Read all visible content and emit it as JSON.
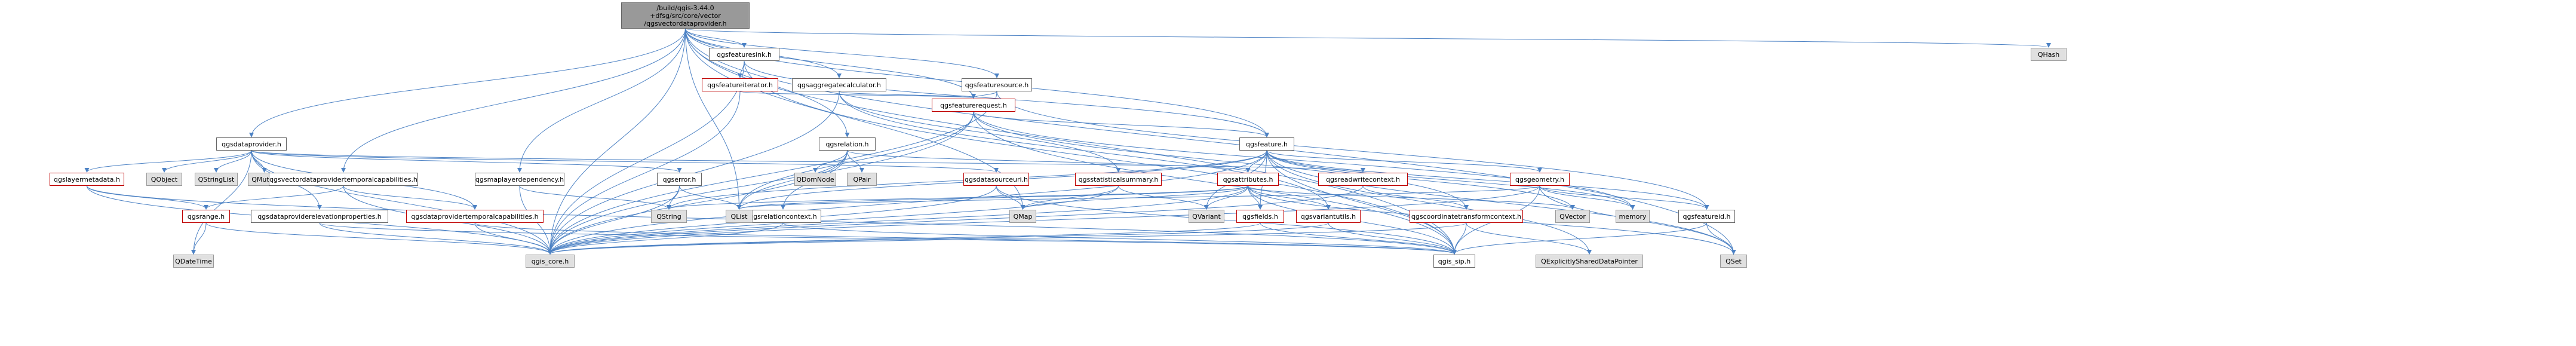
{
  "graph": {
    "colors": {
      "edge": "#4d82c4",
      "root_fill": "#999999",
      "node_border": "#666666",
      "external_fill": "#e0e0e0",
      "incomplete_border": "#bf0000"
    },
    "nodes": [
      {
        "id": "root",
        "label": "/build/qgis-3.44.0\n+dfsg/src/core/vector\n/qgsvectordataprovider.h",
        "kind": "root"
      },
      {
        "id": "featuresink",
        "label": "qgsfeaturesink.h",
        "kind": "file"
      },
      {
        "id": "featureiterator",
        "label": "qgsfeatureiterator.h",
        "kind": "incomplete"
      },
      {
        "id": "aggregatecalc",
        "label": "qgsaggregatecalculator.h",
        "kind": "file"
      },
      {
        "id": "featuresource",
        "label": "qgsfeaturesource.h",
        "kind": "file"
      },
      {
        "id": "featurerequest",
        "label": "qgsfeaturerequest.h",
        "kind": "incomplete"
      },
      {
        "id": "qhash",
        "label": "QHash",
        "kind": "external"
      },
      {
        "id": "dataprovider",
        "label": "qgsdataprovider.h",
        "kind": "file"
      },
      {
        "id": "relation",
        "label": "qgsrelation.h",
        "kind": "file"
      },
      {
        "id": "feature",
        "label": "qgsfeature.h",
        "kind": "file"
      },
      {
        "id": "layermetadata",
        "label": "qgslayermetadata.h",
        "kind": "incomplete"
      },
      {
        "id": "qobject",
        "label": "QObject",
        "kind": "external"
      },
      {
        "id": "qstringlist",
        "label": "QStringList",
        "kind": "external"
      },
      {
        "id": "qmutex",
        "label": "QMutex",
        "kind": "external"
      },
      {
        "id": "vdptemporal",
        "label": "qgsvectordataprovidertemporalcapabilities.h",
        "kind": "file"
      },
      {
        "id": "maplayerdep",
        "label": "qgsmaplayerdependency.h",
        "kind": "file"
      },
      {
        "id": "error",
        "label": "qgserror.h",
        "kind": "file"
      },
      {
        "id": "qdomnode",
        "label": "QDomNode",
        "kind": "external"
      },
      {
        "id": "qpair",
        "label": "QPair",
        "kind": "external"
      },
      {
        "id": "datasourceuri",
        "label": "qgsdatasourceuri.h",
        "kind": "incomplete"
      },
      {
        "id": "statsummary",
        "label": "qgsstatisticalsummary.h",
        "kind": "incomplete"
      },
      {
        "id": "attributes",
        "label": "qgsattributes.h",
        "kind": "incomplete"
      },
      {
        "id": "readwritectx",
        "label": "qgsreadwritecontext.h",
        "kind": "incomplete"
      },
      {
        "id": "geometry",
        "label": "qgsgeometry.h",
        "kind": "incomplete"
      },
      {
        "id": "range",
        "label": "qgsrange.h",
        "kind": "incomplete"
      },
      {
        "id": "dpelevation",
        "label": "qgsdataproviderelevationproperties.h",
        "kind": "file"
      },
      {
        "id": "dptemporal",
        "label": "qgsdataprovidertemporalcapabilities.h",
        "kind": "incomplete"
      },
      {
        "id": "relationctx",
        "label": "qgsrelationcontext.h",
        "kind": "file"
      },
      {
        "id": "qstring",
        "label": "QString",
        "kind": "external"
      },
      {
        "id": "qlist",
        "label": "QList",
        "kind": "external"
      },
      {
        "id": "qmap",
        "label": "QMap",
        "kind": "external"
      },
      {
        "id": "qvariant",
        "label": "QVariant",
        "kind": "external"
      },
      {
        "id": "fields",
        "label": "qgsfields.h",
        "kind": "incomplete"
      },
      {
        "id": "variantutils",
        "label": "qgsvariantutils.h",
        "kind": "incomplete"
      },
      {
        "id": "coordtransformctx",
        "label": "qgscoordinatetransformcontext.h",
        "kind": "incomplete"
      },
      {
        "id": "qvector",
        "label": "QVector",
        "kind": "external"
      },
      {
        "id": "memory",
        "label": "memory",
        "kind": "external"
      },
      {
        "id": "featureid",
        "label": "qgsfeatureid.h",
        "kind": "file"
      },
      {
        "id": "qdatetime",
        "label": "QDateTime",
        "kind": "external"
      },
      {
        "id": "core",
        "label": "qgis_core.h",
        "kind": "external"
      },
      {
        "id": "sip",
        "label": "qgis_sip.h",
        "kind": "file"
      },
      {
        "id": "qexplicit",
        "label": "QExplicitlySharedDataPointer",
        "kind": "external"
      },
      {
        "id": "qset",
        "label": "QSet",
        "kind": "external"
      }
    ],
    "edges": [
      [
        "root",
        "featuresink"
      ],
      [
        "root",
        "aggregatecalc"
      ],
      [
        "root",
        "featuresource"
      ],
      [
        "root",
        "featurerequest"
      ],
      [
        "root",
        "qhash"
      ],
      [
        "root",
        "dataprovider"
      ],
      [
        "root",
        "relation"
      ],
      [
        "root",
        "vdptemporal"
      ],
      [
        "root",
        "maplayerdep"
      ],
      [
        "root",
        "feature"
      ],
      [
        "root",
        "qlist"
      ],
      [
        "root",
        "qmap"
      ],
      [
        "root",
        "core"
      ],
      [
        "root",
        "qset"
      ],
      [
        "root",
        "sip"
      ],
      [
        "featuresink",
        "featureiterator"
      ],
      [
        "featuresink",
        "feature"
      ],
      [
        "featuresink",
        "core"
      ],
      [
        "featuresink",
        "sip"
      ],
      [
        "featureiterator",
        "featurerequest"
      ],
      [
        "featureiterator",
        "core"
      ],
      [
        "aggregatecalc",
        "featurerequest"
      ],
      [
        "aggregatecalc",
        "statsummary"
      ],
      [
        "aggregatecalc",
        "variantutils"
      ],
      [
        "aggregatecalc",
        "core"
      ],
      [
        "featuresource",
        "featurerequest"
      ],
      [
        "featuresource",
        "core"
      ],
      [
        "featuresource",
        "featureid"
      ],
      [
        "featurerequest",
        "feature"
      ],
      [
        "featurerequest",
        "qlist"
      ],
      [
        "featurerequest",
        "core"
      ],
      [
        "featurerequest",
        "sip"
      ],
      [
        "featurerequest",
        "memory"
      ],
      [
        "featurerequest",
        "coordtransformctx"
      ],
      [
        "dataprovider",
        "layermetadata"
      ],
      [
        "dataprovider",
        "qobject"
      ],
      [
        "dataprovider",
        "qstringlist"
      ],
      [
        "dataprovider",
        "qmutex"
      ],
      [
        "dataprovider",
        "error"
      ],
      [
        "dataprovider",
        "datasourceuri"
      ],
      [
        "dataprovider",
        "dpelevation"
      ],
      [
        "dataprovider",
        "dptemporal"
      ],
      [
        "dataprovider",
        "qdatetime"
      ],
      [
        "dataprovider",
        "core"
      ],
      [
        "dataprovider",
        "readwritectx"
      ],
      [
        "relation",
        "qdomnode"
      ],
      [
        "relation",
        "qpair"
      ],
      [
        "relation",
        "qlist"
      ],
      [
        "relation",
        "relationctx"
      ],
      [
        "relation",
        "attributes"
      ],
      [
        "relation",
        "core"
      ],
      [
        "feature",
        "attributes"
      ],
      [
        "feature",
        "geometry"
      ],
      [
        "feature",
        "fields"
      ],
      [
        "feature",
        "featureid"
      ],
      [
        "feature",
        "qvariant"
      ],
      [
        "feature",
        "qvector"
      ],
      [
        "feature",
        "qlist"
      ],
      [
        "feature",
        "qstring"
      ],
      [
        "feature",
        "core"
      ],
      [
        "feature",
        "sip"
      ],
      [
        "feature",
        "memory"
      ],
      [
        "feature",
        "qexplicit"
      ],
      [
        "feature",
        "qset"
      ],
      [
        "layermetadata",
        "range"
      ],
      [
        "layermetadata",
        "core"
      ],
      [
        "layermetadata",
        "sip"
      ],
      [
        "vdptemporal",
        "dptemporal"
      ],
      [
        "vdptemporal",
        "range"
      ],
      [
        "vdptemporal",
        "core"
      ],
      [
        "maplayerdep",
        "qstring"
      ],
      [
        "maplayerdep",
        "core"
      ],
      [
        "error",
        "qstring"
      ],
      [
        "error",
        "qlist"
      ],
      [
        "error",
        "core"
      ],
      [
        "datasourceuri",
        "qmap"
      ],
      [
        "datasourceuri",
        "core"
      ],
      [
        "datasourceuri",
        "sip"
      ],
      [
        "statsummary",
        "qmap"
      ],
      [
        "statsummary",
        "qvariant"
      ],
      [
        "statsummary",
        "core"
      ],
      [
        "attributes",
        "qmap"
      ],
      [
        "attributes",
        "qstring"
      ],
      [
        "attributes",
        "qvariant"
      ],
      [
        "attributes",
        "qlist"
      ],
      [
        "attributes",
        "qvector"
      ],
      [
        "attributes",
        "fields"
      ],
      [
        "attributes",
        "variantutils"
      ],
      [
        "attributes",
        "core"
      ],
      [
        "attributes",
        "sip"
      ],
      [
        "attributes",
        "qset"
      ],
      [
        "readwritectx",
        "coordtransformctx"
      ],
      [
        "readwritectx",
        "core"
      ],
      [
        "geometry",
        "qlist"
      ],
      [
        "geometry",
        "qset"
      ],
      [
        "geometry",
        "memory"
      ],
      [
        "geometry",
        "core"
      ],
      [
        "geometry",
        "sip"
      ],
      [
        "geometry",
        "featureid"
      ],
      [
        "range",
        "qdatetime"
      ],
      [
        "range",
        "core"
      ],
      [
        "dpelevation",
        "core"
      ],
      [
        "dpelevation",
        "sip"
      ],
      [
        "dptemporal",
        "core"
      ],
      [
        "dptemporal",
        "sip"
      ],
      [
        "relationctx",
        "core"
      ],
      [
        "relationctx",
        "sip"
      ],
      [
        "fields",
        "core"
      ],
      [
        "fields",
        "sip"
      ],
      [
        "variantutils",
        "core"
      ],
      [
        "variantutils",
        "sip"
      ],
      [
        "coordtransformctx",
        "core"
      ],
      [
        "coordtransformctx",
        "sip"
      ],
      [
        "coordtransformctx",
        "qexplicit"
      ],
      [
        "featureid",
        "qset"
      ],
      [
        "featureid",
        "sip"
      ]
    ]
  }
}
